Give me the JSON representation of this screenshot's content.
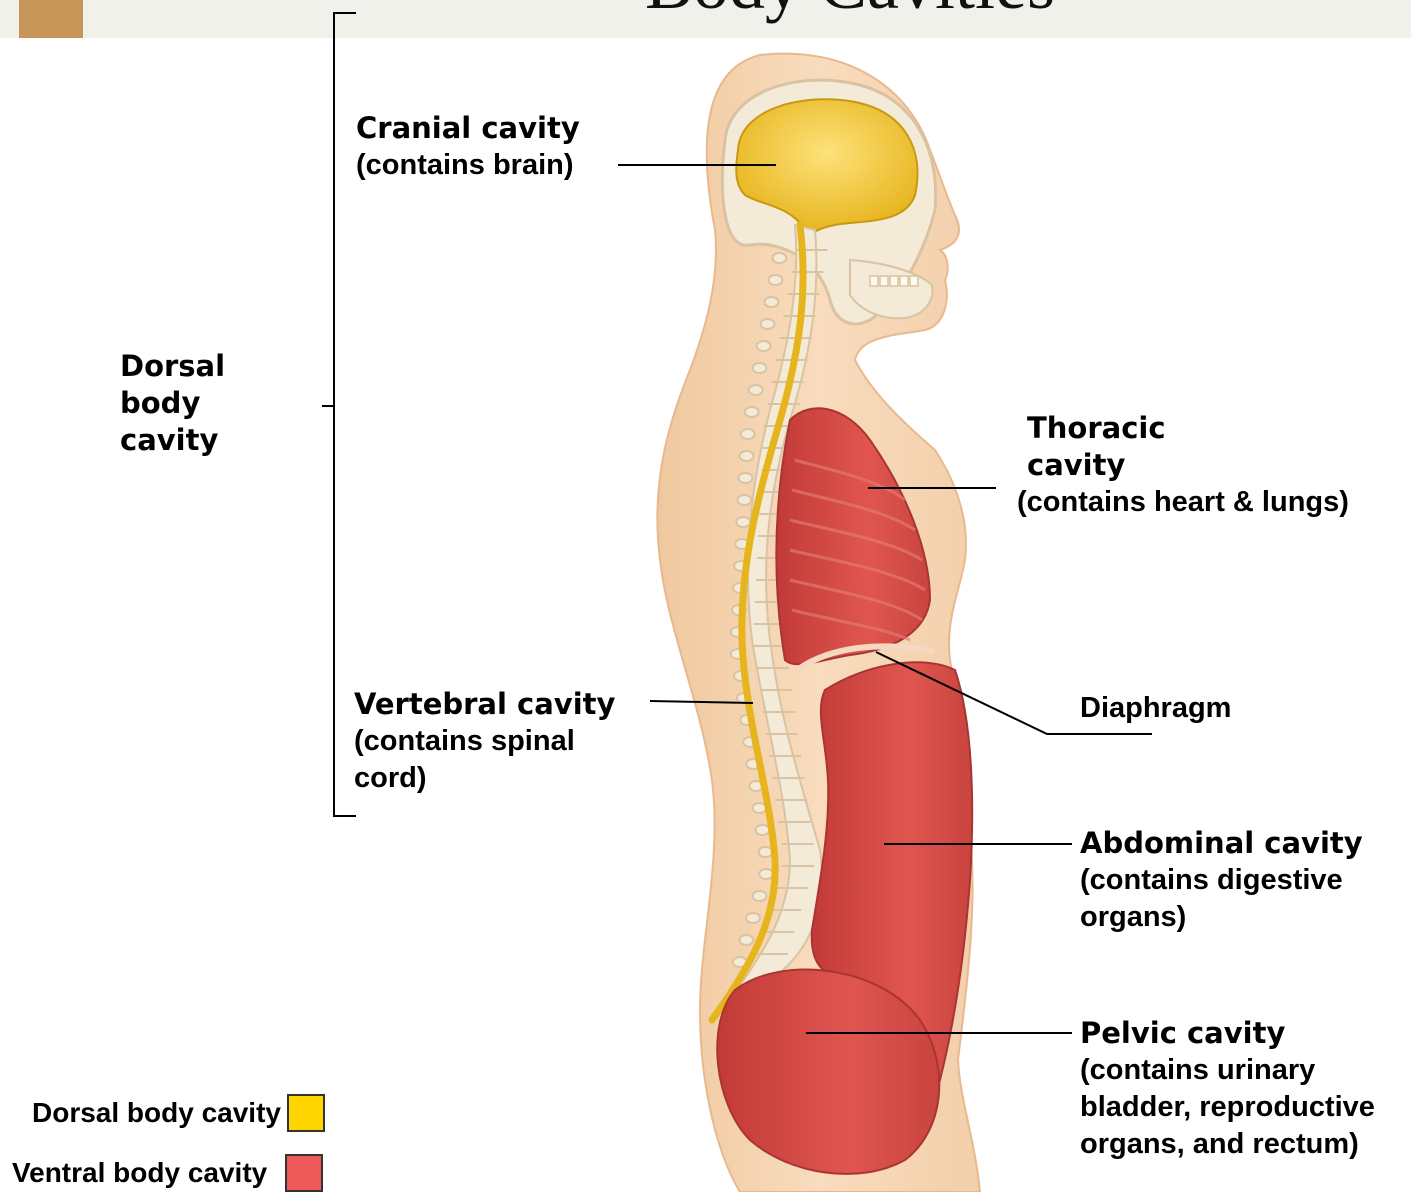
{
  "title": "Body Cavities",
  "labels": {
    "dorsal": {
      "text": "Dorsal\nbody\ncavity"
    },
    "cranial": {
      "name": "Cranial cavity",
      "desc": "(contains brain)"
    },
    "vertebral": {
      "name": "Vertebral cavity",
      "desc": "(contains spinal\ncord)"
    },
    "thoracic": {
      "name": "Thoracic\ncavity",
      "desc": "(contains heart & lungs)"
    },
    "diaphragm": {
      "name": "Diaphragm"
    },
    "abdominal": {
      "name": "Abdominal cavity",
      "desc": "(contains digestive\norgans)"
    },
    "pelvic": {
      "name": "Pelvic cavity",
      "desc": "(contains urinary\nbladder, reproductive\norgans, and rectum)"
    }
  },
  "legend": [
    {
      "label": "Dorsal body cavity",
      "color": "#ffd500"
    },
    {
      "label": "Ventral body cavity",
      "color": "#ee5a5a"
    }
  ],
  "colors": {
    "skin": "#f6d6b4",
    "dorsal_cavity": "#f2c02a",
    "ventral_cavity": "#d84a45",
    "bone": "#f4ead8",
    "header_accent": "#c9965a"
  }
}
